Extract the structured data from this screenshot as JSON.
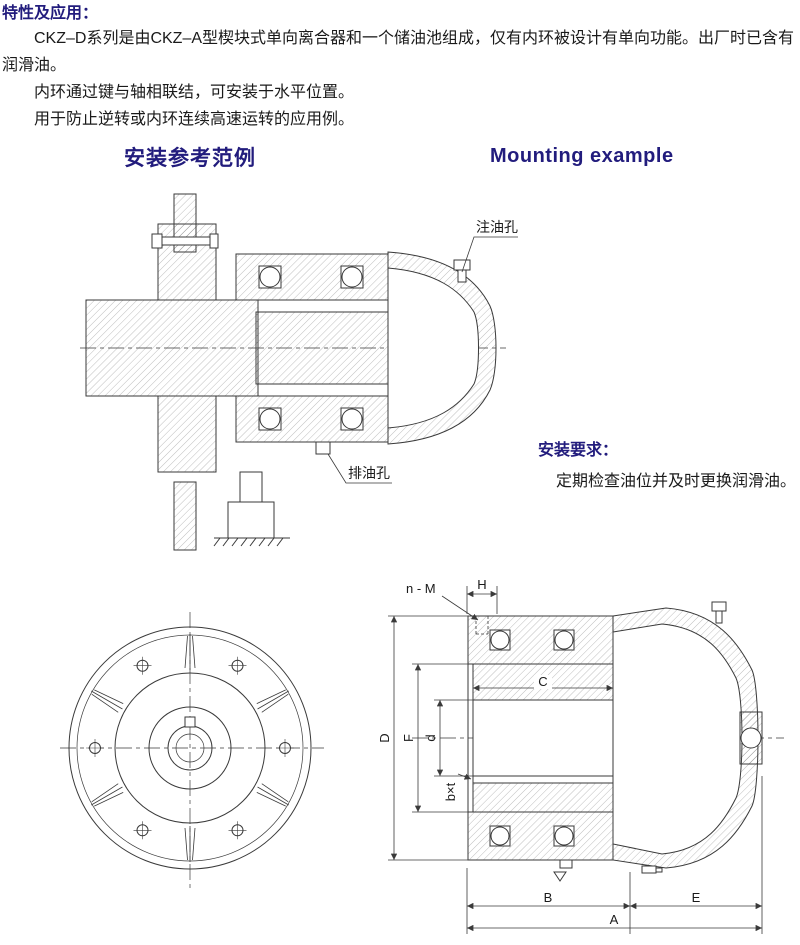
{
  "page": {
    "bg": "#ffffff",
    "accent": "#221c7d",
    "line_color": "#3a3a3a",
    "text_color": "#1a1a1a"
  },
  "intro": {
    "heading": "特性及应用：",
    "paragraphs": [
      "CKZ–D系列是由CKZ–A型楔块式单向离合器和一个储油池组成，仅有内环被设计有单向功能。出厂时已含有润滑油。",
      "内环通过键与轴相联结，可安装于水平位置。",
      "用于防止逆转或内环连续高速运转的应用例。"
    ]
  },
  "section_titles": {
    "zh": "安装参考范例",
    "en": "Mounting example"
  },
  "mounting_labels": {
    "oil_fill": "注油孔",
    "oil_drain": "排油孔"
  },
  "requirements": {
    "heading": "安装要求：",
    "text": "定期检查油位并及时更换润滑油。"
  },
  "dims": {
    "nM": "n - M",
    "H": "H",
    "C": "C",
    "D": "D",
    "F": "F",
    "d": "d",
    "bxt": "b×t",
    "B": "B",
    "E": "E",
    "A": "A"
  }
}
